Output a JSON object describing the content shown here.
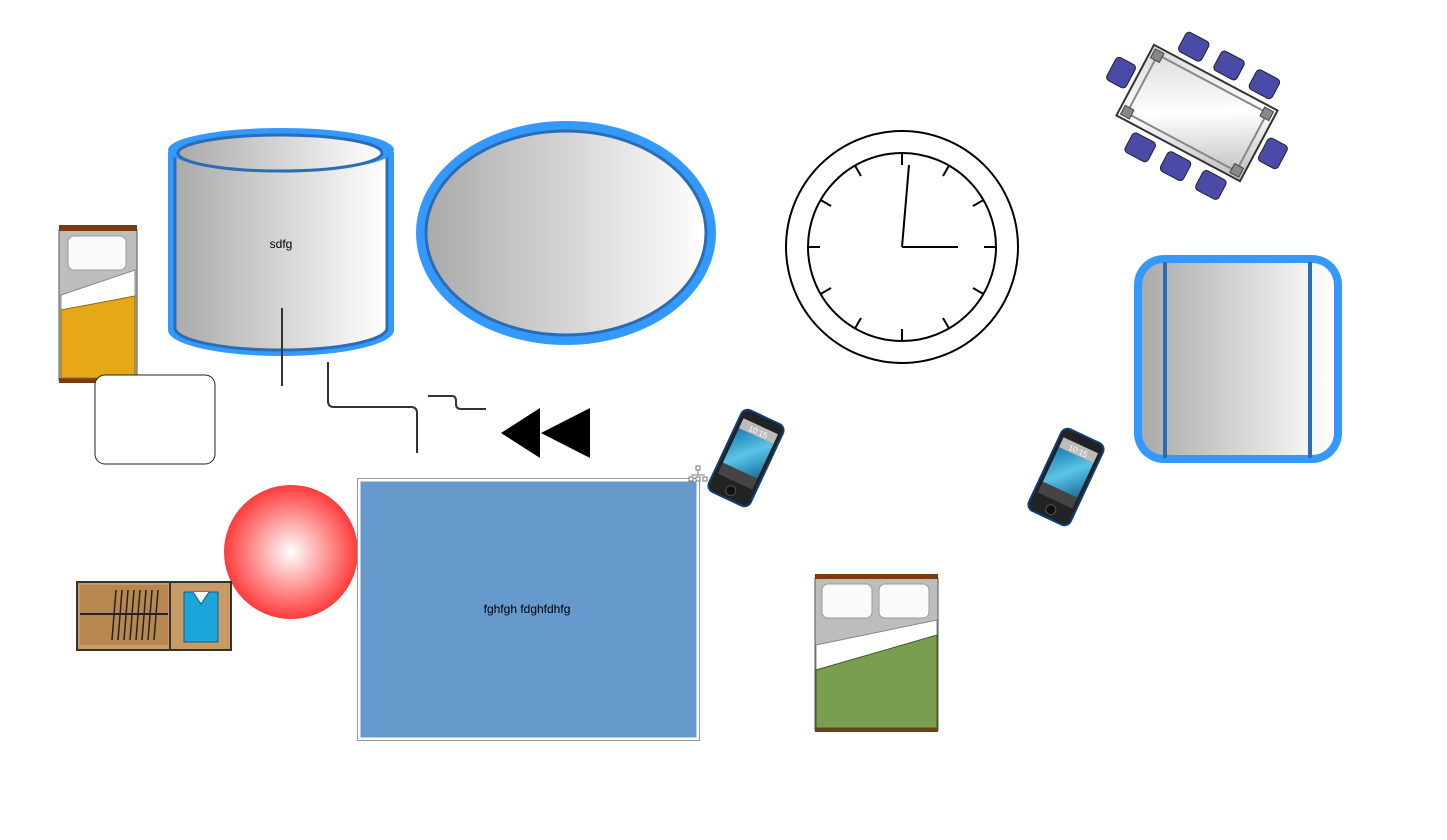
{
  "canvas": {
    "cylinder_label": "sdfg",
    "blue_rect_label": "fghfgh fdghfdhfg",
    "phone_1_time": "10:15",
    "phone_2_time": "10:15"
  },
  "colors": {
    "shape_stroke": "#3399ff",
    "shape_stroke_dark": "#2a6db5",
    "blue_rect_fill": "#6699cc",
    "sphere": "#ff4444",
    "single_bed_blanket": "#e6a817",
    "double_bed_blanket": "#7a9e50",
    "chair": "#4a4aa8"
  }
}
